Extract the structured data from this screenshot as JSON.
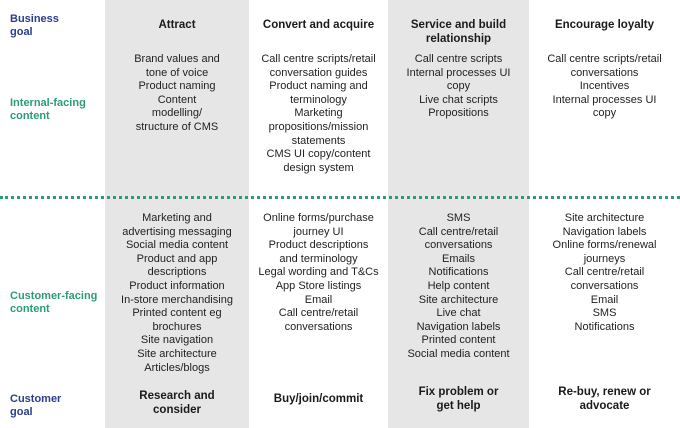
{
  "row_labels": {
    "business_goal": [
      "Business",
      "goal"
    ],
    "internal": [
      "Internal-facing",
      "content"
    ],
    "customer_facing": [
      "Customer-facing",
      "content"
    ],
    "customer_goal": [
      "Customer",
      "goal"
    ]
  },
  "colors": {
    "business_goal_label": "#2a3d8f",
    "content_label": "#2a9d72",
    "column_shading": "#e6e6e6",
    "divider": "#2a9d72"
  },
  "columns": [
    {
      "business_goal": [
        "Attract"
      ],
      "internal": [
        "Brand values and",
        "tone of voice",
        "Product naming",
        "Content",
        "modelling/",
        "structure of CMS"
      ],
      "customer_facing": [
        "Marketing and",
        "advertising messaging",
        "Social media content",
        "Product and app",
        "descriptions",
        "Product information",
        "In-store merchandising",
        "Printed content eg",
        "brochures",
        "Site navigation",
        "Site architecture",
        "Articles/blogs"
      ],
      "customer_goal": [
        "Research and",
        "consider"
      ]
    },
    {
      "business_goal": [
        "Convert and acquire"
      ],
      "internal": [
        "Call centre scripts/retail",
        "conversation guides",
        "Product naming and",
        "terminology",
        "Marketing",
        "propositions/mission",
        "statements",
        "CMS UI copy/content",
        "design system"
      ],
      "customer_facing": [
        "Online forms/purchase",
        "journey UI",
        "Product descriptions",
        "and terminology",
        "Legal wording and T&Cs",
        "App Store listings",
        "Email",
        "Call centre/retail",
        "conversations"
      ],
      "customer_goal": [
        "Buy/join/commit"
      ]
    },
    {
      "business_goal": [
        "Service and build",
        "relationship"
      ],
      "internal": [
        "Call centre scripts",
        "Internal processes UI",
        "copy",
        "Live chat scripts",
        "Propositions"
      ],
      "customer_facing": [
        "SMS",
        "Call centre/retail",
        "conversations",
        "Emails",
        "Notifications",
        "Help content",
        "Site architecture",
        "Live chat",
        "Navigation labels",
        "Printed content",
        "Social media content"
      ],
      "customer_goal": [
        "Fix problem or",
        "get help"
      ]
    },
    {
      "business_goal": [
        "Encourage loyalty"
      ],
      "internal": [
        "Call centre scripts/retail",
        "conversations",
        "Incentives",
        "Internal processes UI",
        "copy"
      ],
      "customer_facing": [
        "Site architecture",
        "Navigation labels",
        "Online forms/renewal",
        "journeys",
        "Call centre/retail",
        "conversations",
        "Email",
        "SMS",
        "Notifications"
      ],
      "customer_goal": [
        "Re-buy, renew or",
        "advocate"
      ]
    }
  ]
}
